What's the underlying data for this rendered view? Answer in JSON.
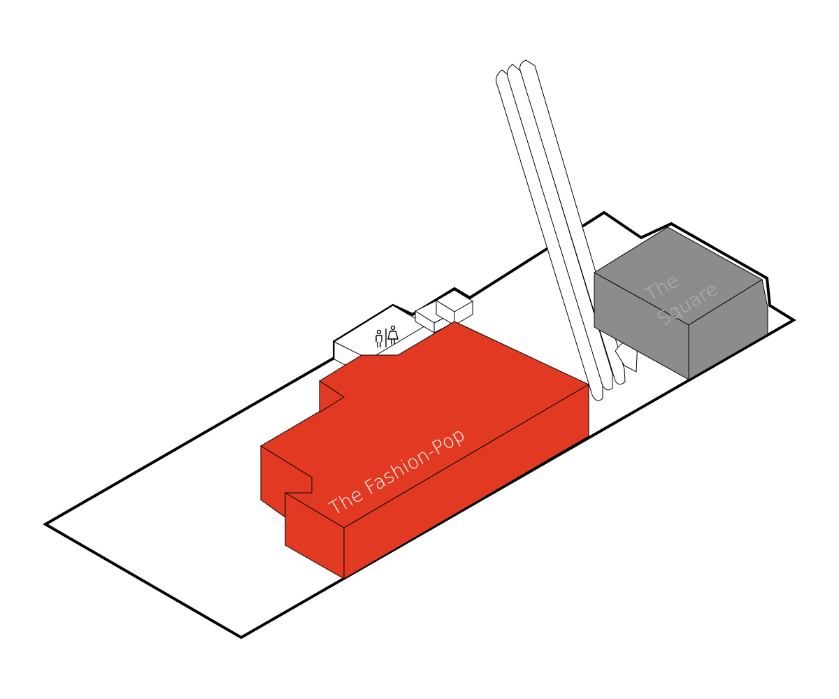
{
  "map": {
    "stores": [
      {
        "id": "fashion-pop",
        "name": "The Fashion-Pop",
        "color": "#e23a22",
        "label_color": "#ffffff"
      },
      {
        "id": "square",
        "name_lines": [
          "The",
          "Square"
        ],
        "color": "#8c8c8c",
        "label_color": "#b4b4b4"
      }
    ],
    "amenities": [
      {
        "id": "restrooms",
        "icon": "restroom-icon"
      }
    ],
    "features": [
      {
        "id": "escalators",
        "icon": "escalator-icon",
        "count": 3
      }
    ],
    "colors": {
      "outline": "#000000",
      "floor": "#ffffff"
    }
  }
}
